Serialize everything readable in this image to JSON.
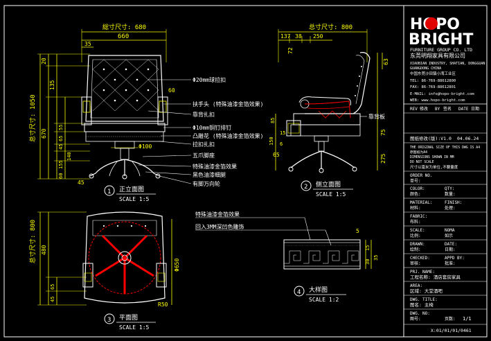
{
  "colors": {
    "background": "#000000",
    "outline": "#ffffff",
    "dimension": "#ffff00",
    "annotation": "#ffffff",
    "accent": "#ff0000",
    "cyan": "#00ffff",
    "green": "#00ff00",
    "magenta": "#ff00ff",
    "logo_red": "#e00000"
  },
  "logo": {
    "brand_top": "HOPO",
    "brand_bottom": "BRIGHT"
  },
  "front_view": {
    "dims_top": [
      "総寸尺寸: 680",
      "660",
      "35"
    ],
    "dims_left": [
      "总寸尺寸: 1050",
      "20",
      "135",
      "670",
      "55",
      "65",
      "45",
      "140",
      "155",
      "60"
    ],
    "dim_60": "60",
    "dim_dia100": "Φ100",
    "dim_45": "45",
    "annotations": [
      "Φ20mm球拉扣",
      "扶手头 (特殊油漆金箔效果)",
      "靠背扎扣",
      "Φ10mm铜钉排钉",
      "凸雕花 (特殊油漆金箔效果)",
      "拉扣扎扣",
      "五爪脚座",
      "特殊油漆金箔效果",
      "黑色油漆细腿",
      "有脚万向轮"
    ],
    "label_num": "1",
    "label_title": "正立面图",
    "label_scale": "SCALE 1:5"
  },
  "side_view": {
    "dims_top": [
      "总寸尺寸: 800",
      "137",
      "38",
      "250",
      "72"
    ],
    "dims_left": [
      "85",
      "150",
      "65",
      "15",
      "6"
    ],
    "dims_right": [
      "63",
      "75",
      "275"
    ],
    "side_note": "靠背板",
    "label_num": "2",
    "label_title": "侧立面图",
    "label_scale": "SCALE 1:5"
  },
  "plan_view": {
    "dims_left": [
      "总寸尺寸: 800",
      "480",
      "65",
      "45"
    ],
    "dims_right": [
      "Φ650"
    ],
    "dim_r": "R50",
    "label_num": "3",
    "label_title": "平面图",
    "label_scale": "SCALE 1:5"
  },
  "detail_view": {
    "annotations": [
      "特殊油漆金箔效果",
      "回入3MM深凹色雕饰"
    ],
    "dims": [
      "5",
      "15",
      "30",
      "35"
    ],
    "label_num": "4",
    "label_title": "大样图",
    "label_scale": "SCALE 1:2"
  },
  "title_block": {
    "company_en": "FURNITURE GROUP CO. LTD",
    "company_cn": "东莞明翔家具有限公司",
    "address_lines": [
      "XIAOBIAN INDUSTRY, SHATIAN, DONGGUAN",
      "GUANGDONG CHINA",
      "中国东莞沙田镇小湾工业区",
      "TEL: 86-769-88612800",
      "FAX: 86-769-88612801",
      "E-MAIL: info@hopo-bright.com",
      "WEB: www.hopo-bright.com"
    ],
    "rev_header": [
      "REV",
      "修改",
      "BY",
      "签名",
      "DATE",
      "日期"
    ],
    "drawing_rev": "图纸修改(版):V1.0",
    "drawing_date": "04.06.24",
    "notes": [
      "THE ORIGINAL SIZE OF THIS DWG IS A4",
      "原图纸为A4",
      "DIMENSIONS SHOWN IN MM",
      "DO NOT SCALE",
      "尺寸以毫米为单位,不要量度"
    ],
    "order_no_label": "ORDER NO.",
    "order_no_cn": "单号:",
    "color_label": "COLOR:",
    "color_cn": "颜色:",
    "qty_label": "QTY:",
    "qty_cn": "数量:",
    "material_label": "MATERIAL:",
    "material_cn": "材料:",
    "finish_label": "FINISH:",
    "finish_cn": "处理:",
    "fabric_label": "FABRIC:",
    "fabric_cn": "布料:",
    "scale_label": "SCALE:",
    "scale_value": "NOMA",
    "scale_cn": "比例:",
    "scale_cn_value": "如示",
    "drawn_label": "DRAWN:",
    "drawn_cn": "绘制:",
    "date_label": "DATE:",
    "date_cn": "日期:",
    "check_label": "CHECKED:",
    "check_cn": "审核:",
    "appd_label": "APPD BY:",
    "appd_cn": "批准:",
    "prj_label": "PRJ. NAME:",
    "prj_value": "工程名称: 酒店套房家具",
    "area_label": "AREA:",
    "area_value": "区域: 大堂酒吧",
    "dwg_title_label": "DWG. TITLE:",
    "dwg_title_value": "图名: 主椅",
    "dwg_no_label": "DWG. NO:",
    "dwg_no_cn": "图号:",
    "sheet_value": "1/1",
    "sheet_label": "页数:",
    "footer_code": "X:01/01/01/0461"
  }
}
